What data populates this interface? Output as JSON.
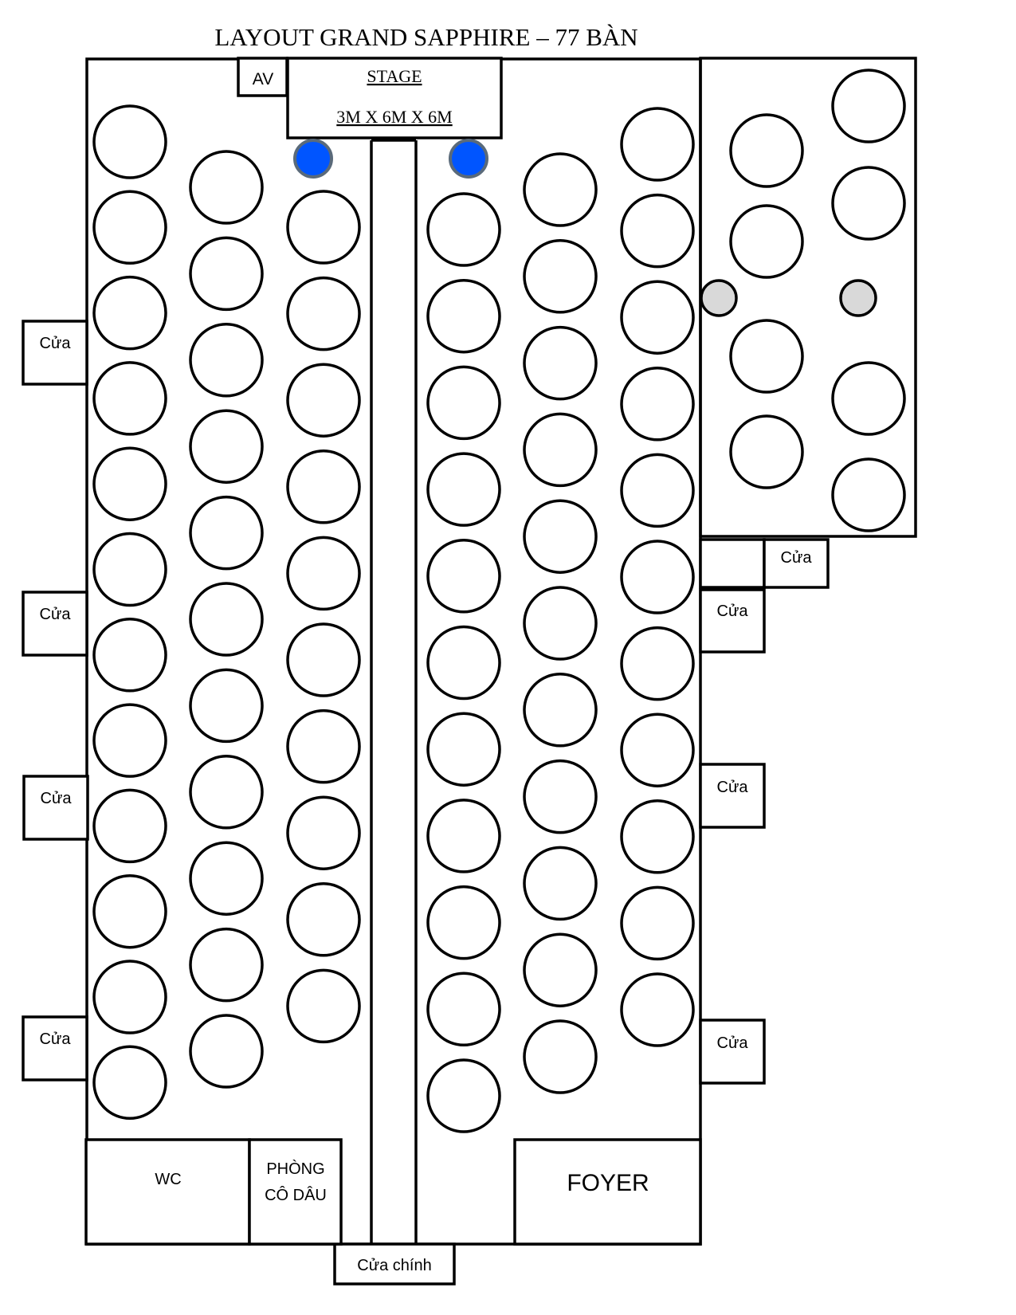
{
  "title": "LAYOUT GRAND SAPPHIRE  – 77 BÀN",
  "stage": {
    "label": "STAGE",
    "size": "3M X 6M X 6M"
  },
  "av": "AV",
  "door_label": "Cửa",
  "main_door": "Cửa chính",
  "wc": "WC",
  "bride_room": [
    "PHÒNG",
    "CÔ DÂU"
  ],
  "foyer": "FOYER",
  "table_count": 77,
  "colors": {
    "stroke": "#000000",
    "stage_accent": "#0055ff",
    "accent_ring": "#5a6a7a",
    "grey_marker": "#d9d9d9"
  }
}
